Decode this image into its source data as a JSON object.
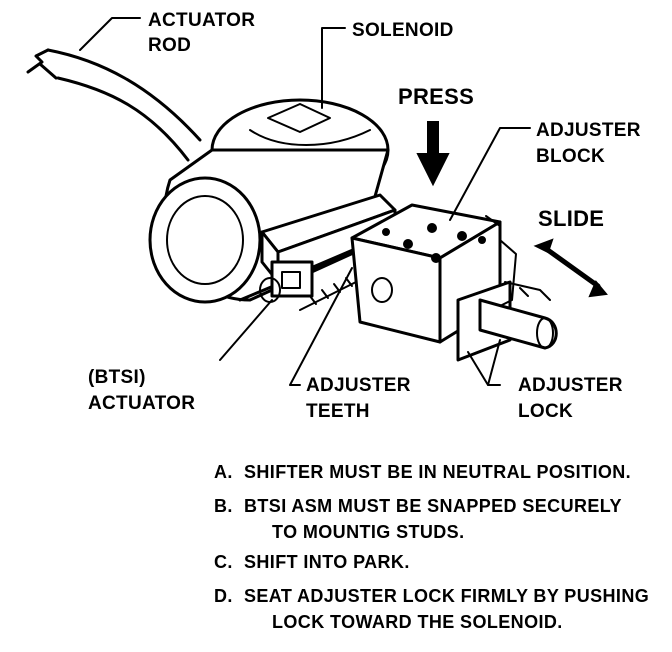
{
  "labels": {
    "actuator_rod_1": "ACTUATOR",
    "actuator_rod_2": "ROD",
    "solenoid": "SOLENOID",
    "press": "PRESS",
    "adjuster_block_1": "ADJUSTER",
    "adjuster_block_2": "BLOCK",
    "slide": "SLIDE",
    "btsi_actuator_1": "(BTSI)",
    "btsi_actuator_2": "ACTUATOR",
    "adjuster_teeth_1": "ADJUSTER",
    "adjuster_teeth_2": "TEETH",
    "adjuster_lock_1": "ADJUSTER",
    "adjuster_lock_2": "LOCK"
  },
  "steps": [
    {
      "key": "A.",
      "text": "SHIFTER MUST BE IN NEUTRAL POSITION."
    },
    {
      "key": "B.",
      "text": "BTSI ASM MUST BE SNAPPED SECURELY",
      "cont": "TO MOUNTIG STUDS."
    },
    {
      "key": "C.",
      "text": "SHIFT INTO PARK."
    },
    {
      "key": "D.",
      "text": "SEAT ADJUSTER LOCK FIRMLY BY PUSHING",
      "cont": "LOCK TOWARD THE SOLENOID."
    }
  ]
}
